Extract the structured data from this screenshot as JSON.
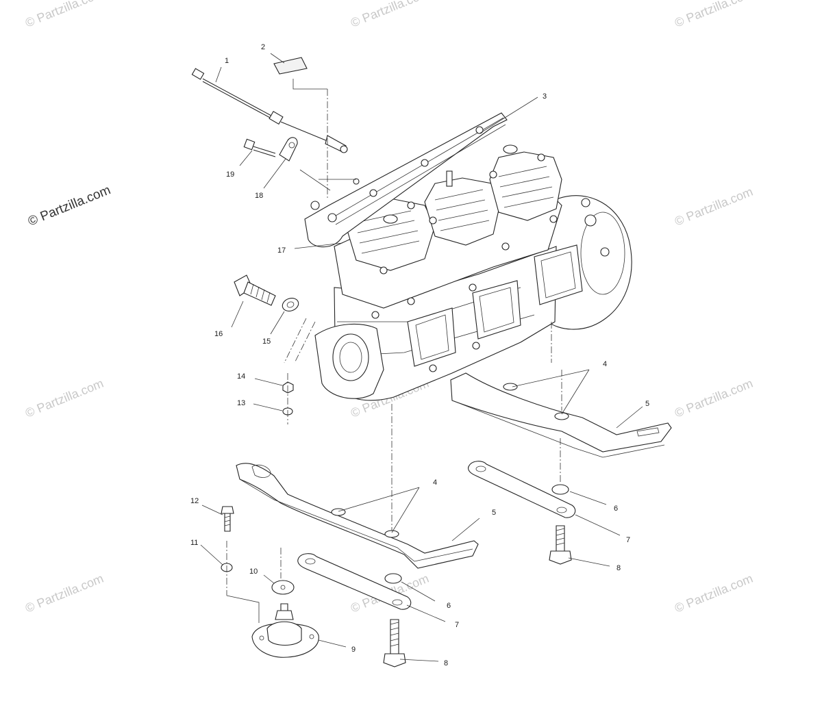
{
  "watermark": {
    "text": "© Partzilla.com"
  },
  "callouts": {
    "c1": "1",
    "c2": "2",
    "c3": "3",
    "c4a": "4",
    "c4b": "4",
    "c5a": "5",
    "c5b": "5",
    "c6a": "6",
    "c6b": "6",
    "c7a": "7",
    "c7b": "7",
    "c8a": "8",
    "c8b": "8",
    "c9": "9",
    "c10": "10",
    "c11": "11",
    "c12": "12",
    "c13": "13",
    "c14": "14",
    "c15": "15",
    "c16": "16",
    "c17": "17",
    "c18": "18",
    "c19": "19"
  }
}
